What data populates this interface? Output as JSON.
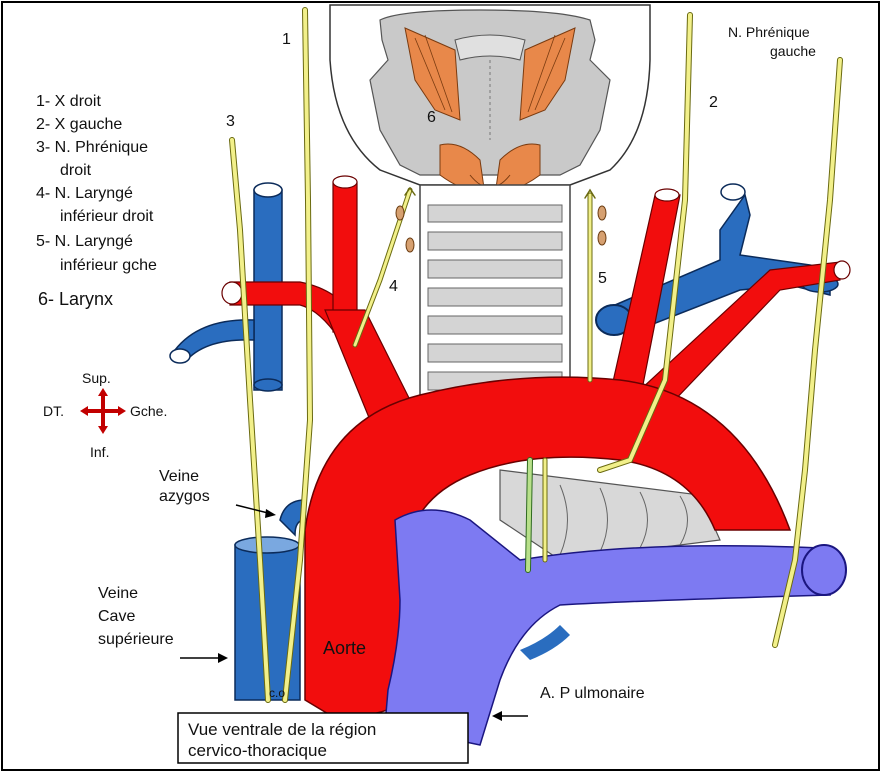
{
  "legend": {
    "items": [
      "1- X droit",
      "2- X gauche",
      "3- N. Phrénique",
      "droit",
      "4- N. Laryngé",
      "inférieur droit",
      "5- N. Laryngé",
      "inférieur gche",
      "6- Larynx"
    ]
  },
  "compass": {
    "up": "Sup.",
    "down": "Inf.",
    "left": "DT.",
    "right": "Gche."
  },
  "numbers": {
    "n1": "1",
    "n2": "2",
    "n3": "3",
    "n4": "4",
    "n5": "5",
    "n6": "6"
  },
  "labels": {
    "phrenic_left_line1": "N. Phrénique",
    "phrenic_left_line2": "gauche",
    "azygos_line1": "Veine",
    "azygos_line2": "azygos",
    "vcs_line1": "Veine",
    "vcs_line2": "Cave",
    "vcs_line3": "supérieure",
    "aorte": "Aorte",
    "pulmonaire": "A. P ulmonaire",
    "co": "c.o"
  },
  "caption": {
    "line1": "Vue ventrale de la région",
    "line2": "cervico-thoracique"
  },
  "colors": {
    "artery": "#f20d0d",
    "vein": "#2a6dbf",
    "pulmonary": "#7d7af2",
    "nerve": "#f2f08a",
    "larynx_muscle": "#e8884a",
    "cartilage": "#d2d2d2"
  }
}
